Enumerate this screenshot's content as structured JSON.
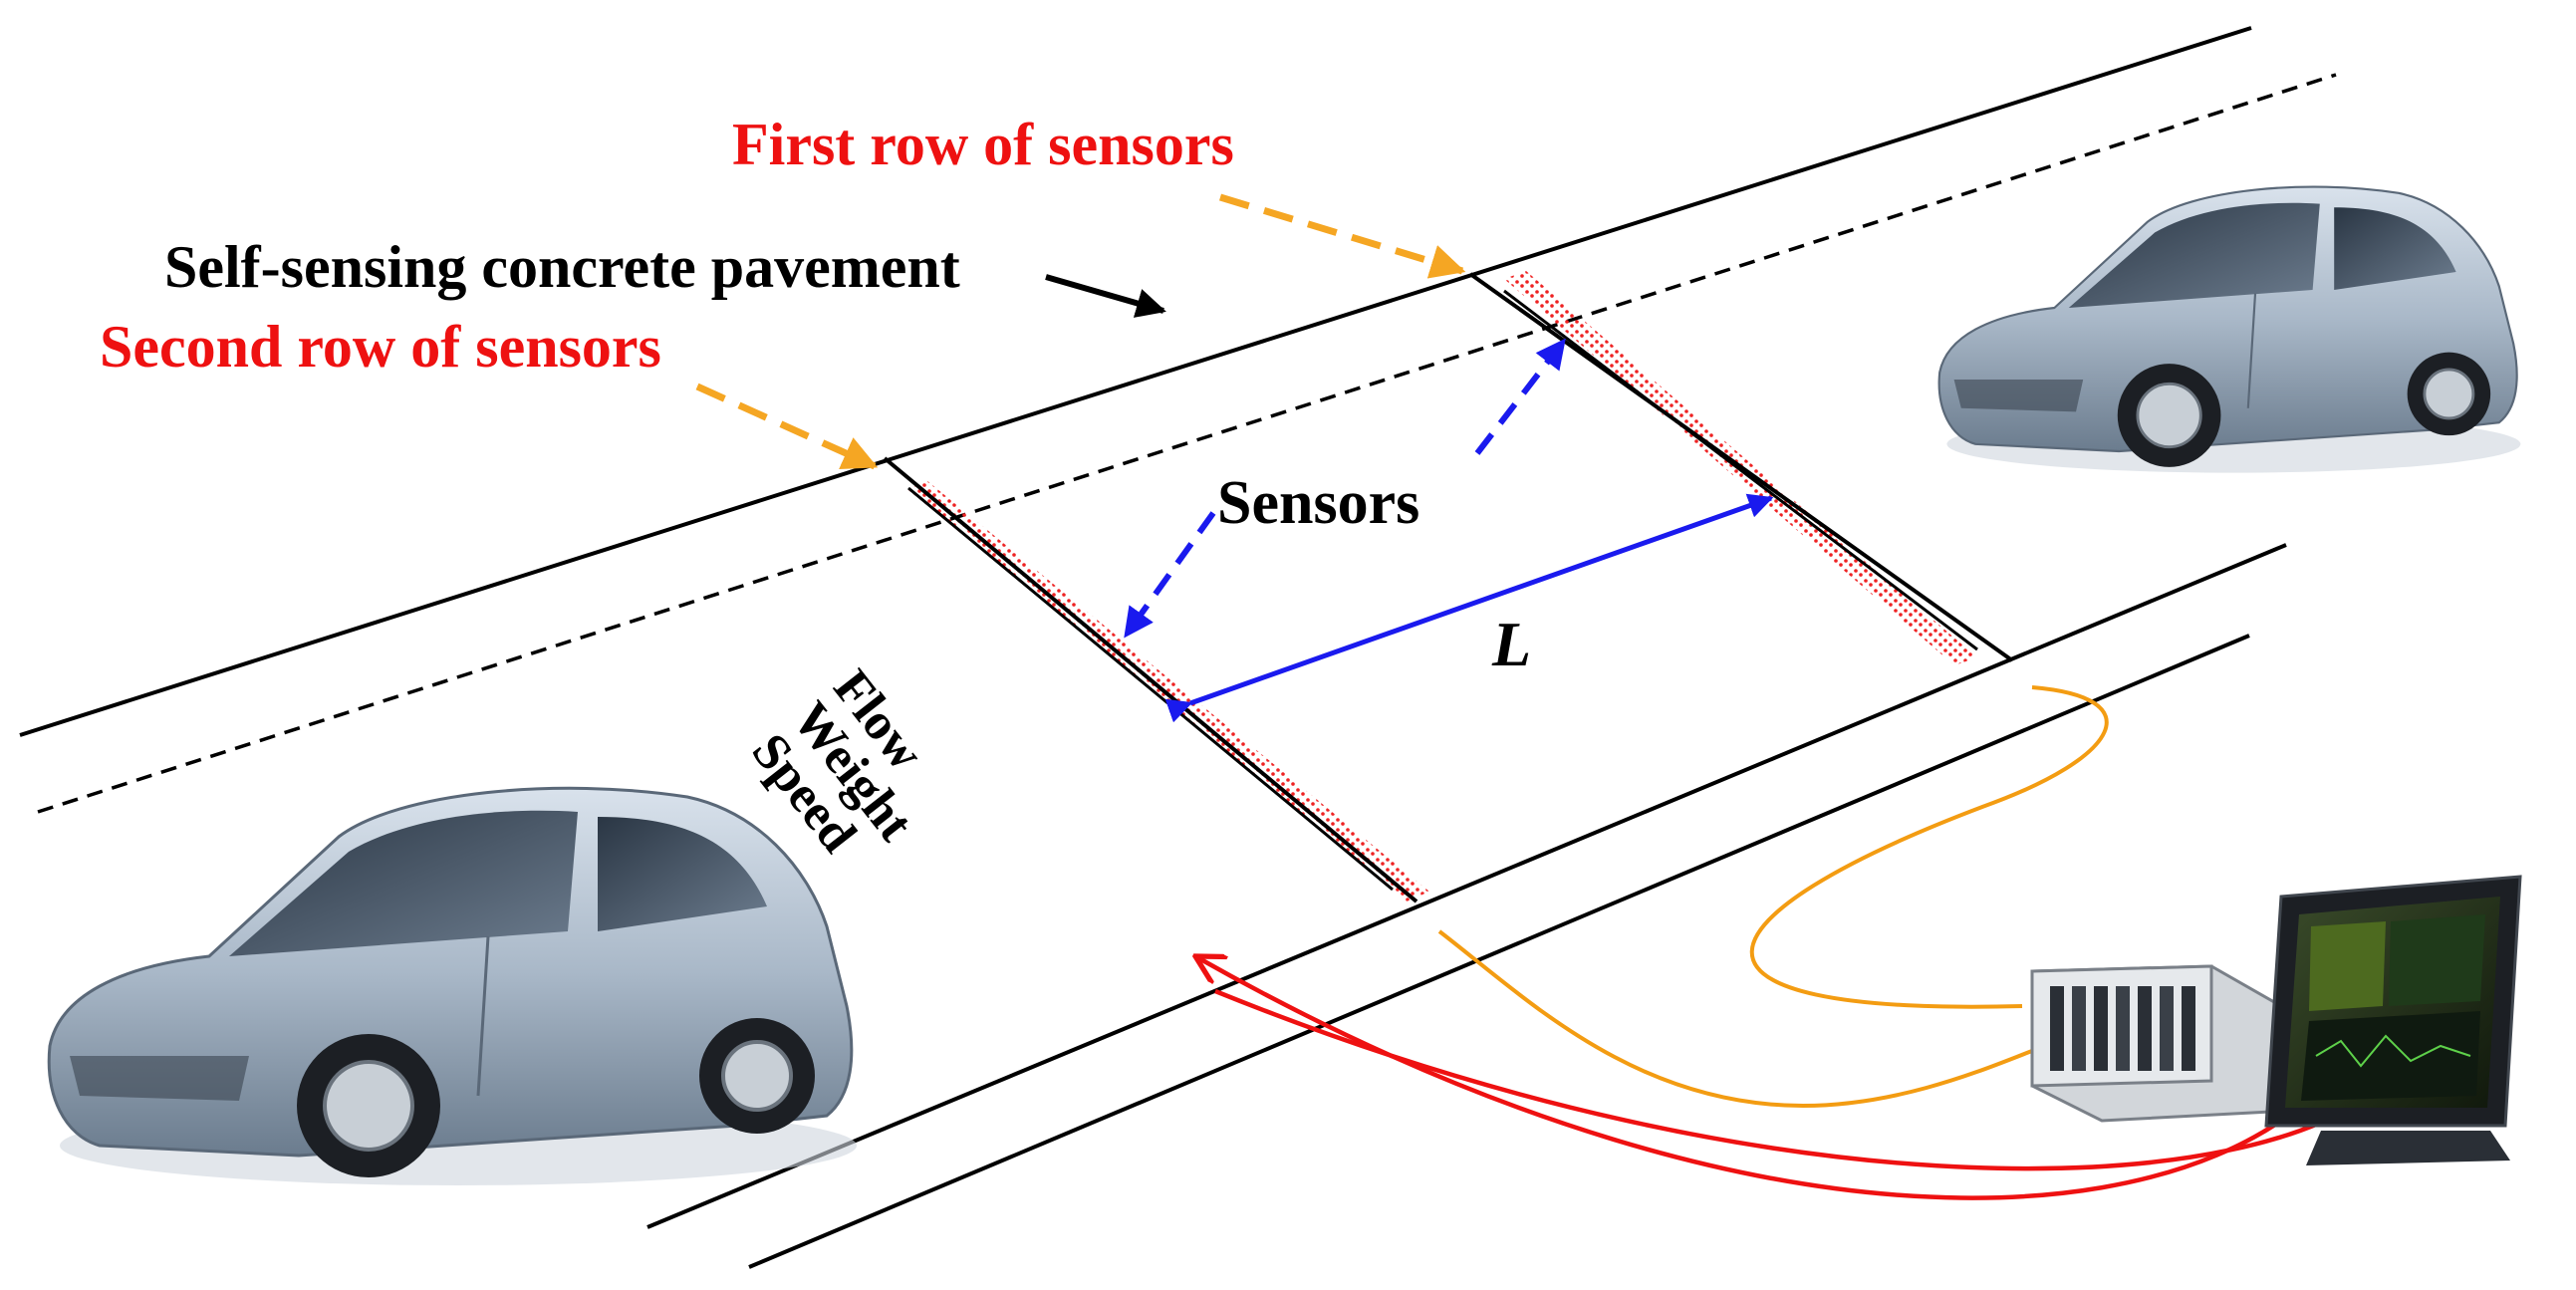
{
  "labels": {
    "first_row": "First row of sensors",
    "second_row": "Second row of sensors",
    "pavement": "Self-sensing concrete pavement",
    "sensors": "Sensors",
    "distance": "L",
    "road_text": [
      "Flow",
      "Weight",
      "Speed"
    ]
  },
  "colors": {
    "label_red": "#ee1111",
    "arrow_orange": "#f5a623",
    "arrow_blue": "#1a1aee",
    "sensor_dots": "#ee2222",
    "cable_orange": "#f39c12",
    "cable_red": "#ee1111",
    "car_body": "#a9b8c8"
  },
  "icons": [
    "car-icon",
    "data-acquisition-device-icon",
    "monitor-icon"
  ]
}
